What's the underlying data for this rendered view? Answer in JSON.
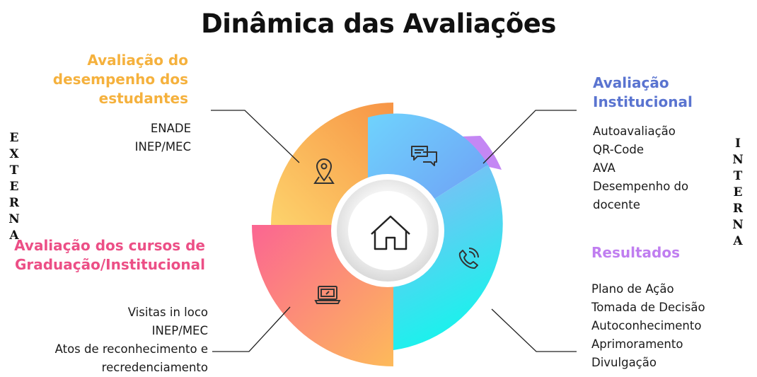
{
  "title": "Dinâmica das Avaliações",
  "side_left": [
    "E",
    "X",
    "T",
    "E",
    "R",
    "N",
    "A"
  ],
  "side_right": [
    "I",
    "N",
    "T",
    "E",
    "R",
    "N",
    "A"
  ],
  "blocks": {
    "students": {
      "heading": [
        "Avaliação do",
        "desempenho dos",
        "estudantes"
      ],
      "items": [
        "ENADE",
        "INEP/MEC"
      ]
    },
    "courses": {
      "heading": [
        "Avaliação dos cursos de",
        "Graduação/Institucional"
      ],
      "items": [
        "Visitas in loco",
        "INEP/MEC",
        "Atos de reconhecimento e",
        "recredenciamento"
      ]
    },
    "institutional": {
      "heading": [
        "Avaliação",
        "Institucional"
      ],
      "items": [
        "Autoavaliação",
        "QR-Code",
        "AVA",
        "Desempenho do",
        "docente"
      ]
    },
    "results": {
      "heading": [
        "Resultados"
      ],
      "items": [
        "Plano de Ação",
        "Tomada de Decisão",
        "Autoconhecimento",
        "Aprimoramento",
        "Divulgação"
      ]
    }
  },
  "icons": {
    "center": "home-icon",
    "students": "map-pin-icon",
    "courses": "laptop-icon",
    "institutional": "chat-bubbles-icon",
    "results": "phone-icon"
  },
  "colors": {
    "students_heading": "#f5b13d",
    "courses_heading": "#ec4f86",
    "institutional_heading": "#5a74d0",
    "results_heading": "#c07ef0",
    "orange_segment": "#f9a94a",
    "yellow_segment": "#fdd06a",
    "pink_segment": "#fb6a93",
    "blue_segment": "#66c8fb",
    "cyan_segment": "#23f0ee",
    "purple_segment": "#c586f5"
  }
}
